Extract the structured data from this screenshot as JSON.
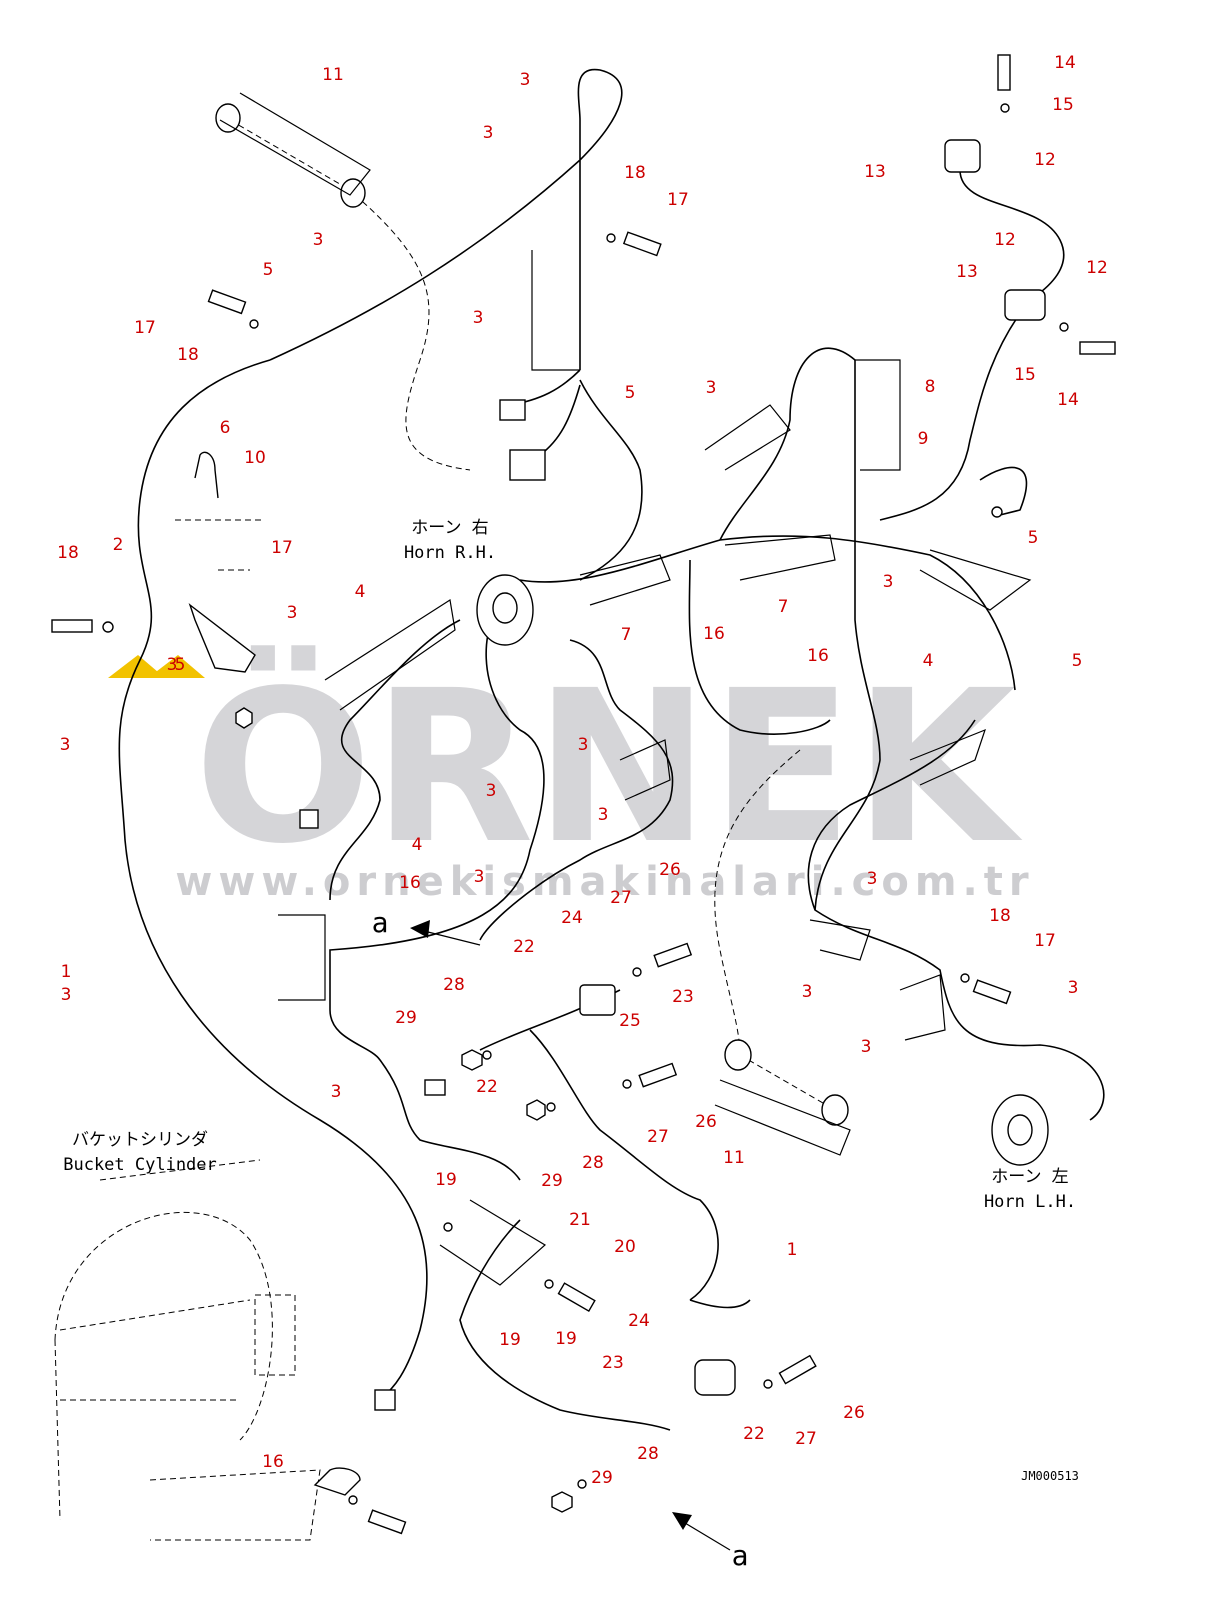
{
  "diagram": {
    "drawing_code": "JM000513",
    "watermark": {
      "brand": "ÖRNEK",
      "url": "www.ornekismakinalari.com.tr"
    },
    "labels": {
      "horn_rh_jp": "ホーン 右",
      "horn_rh_en": "Horn R.H.",
      "horn_lh_jp": "ホーン 左",
      "horn_lh_en": "Horn L.H.",
      "bucket_cyl_jp": "バケットシリンダ",
      "bucket_cyl_en": "Bucket Cylinder",
      "view_a": "a",
      "view_a2": "a"
    },
    "callouts": [
      "11",
      "3",
      "3",
      "18",
      "17",
      "14",
      "15",
      "12",
      "13",
      "12",
      "13",
      "12",
      "15",
      "14",
      "3",
      "5",
      "17",
      "18",
      "6",
      "3",
      "5",
      "3",
      "8",
      "9",
      "10",
      "17",
      "18",
      "2",
      "3",
      "3",
      "7",
      "7",
      "16",
      "16",
      "3",
      "4",
      "5",
      "5",
      "4",
      "4",
      "3",
      "3",
      "3",
      "3",
      "3",
      "16",
      "3",
      "26",
      "27",
      "24",
      "22",
      "23",
      "28",
      "25",
      "29",
      "3",
      "22",
      "26",
      "27",
      "29",
      "28",
      "11",
      "18",
      "17",
      "3",
      "3",
      "3",
      "19",
      "21",
      "20",
      "19",
      "19",
      "24",
      "23",
      "22",
      "26",
      "27",
      "28",
      "29",
      "16",
      "1",
      "1",
      "5",
      "3"
    ]
  }
}
